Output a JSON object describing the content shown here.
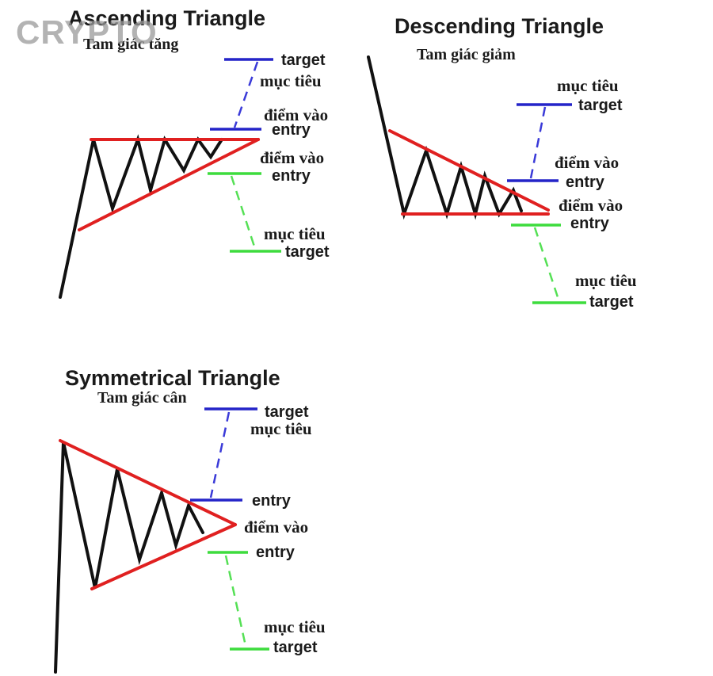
{
  "watermark": "CRYPTO",
  "diagrams": {
    "ascending": {
      "title": "Ascending Triangle",
      "subtitle": "Tam giác tăng",
      "upper_target": "target",
      "upper_target_vi": "mục tiêu",
      "upper_entry_vi": "điểm vào",
      "upper_entry": "entry",
      "lower_entry_vi": "điểm vào",
      "lower_entry": "entry",
      "lower_target_vi": "mục tiêu",
      "lower_target": "target"
    },
    "descending": {
      "title": "Descending Triangle",
      "subtitle": "Tam giác giảm",
      "upper_target_vi": "mục tiêu",
      "upper_target": "target",
      "upper_entry_vi": "điểm vào",
      "upper_entry": "entry",
      "lower_entry_vi": "điểm vào",
      "lower_entry": "entry",
      "lower_target_vi": "mục tiêu",
      "lower_target": "target"
    },
    "symmetrical": {
      "title": "Symmetrical Triangle",
      "subtitle": "Tam giác cân",
      "upper_target": "target",
      "upper_target_vi": "mục tiêu",
      "upper_entry": "entry",
      "apex_entry_vi": "điểm vào",
      "lower_entry": "entry",
      "lower_target_vi": "mục tiêu",
      "lower_target": "target"
    }
  },
  "colors": {
    "resistance_support": "#e02020",
    "upper_level": "#2424c8",
    "lower_level": "#3ddc3d",
    "price": "#111111"
  }
}
